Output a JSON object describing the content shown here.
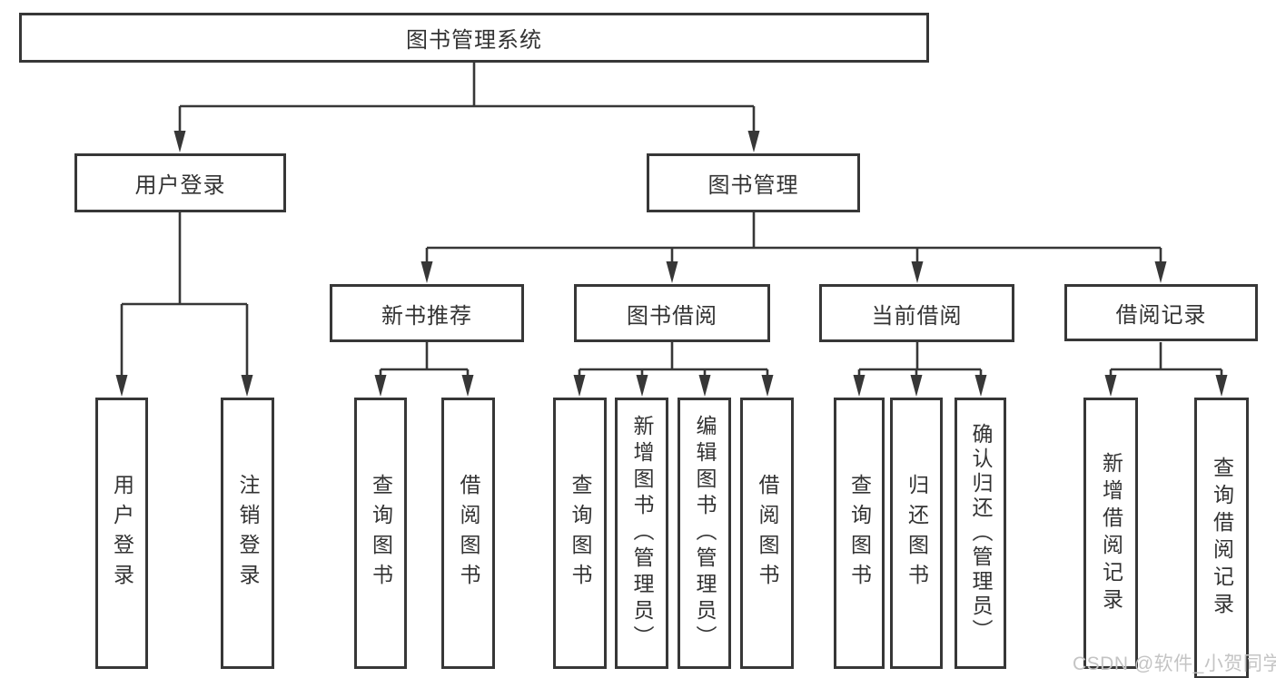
{
  "colors": {
    "background": "#ffffff",
    "line": "#373737",
    "box_border": "#373737",
    "text": "#333333",
    "watermark": "#c4c4c4"
  },
  "nodes": {
    "root": {
      "label": "图书管理系统"
    },
    "user_login": {
      "label": "用户登录"
    },
    "book_management": {
      "label": "图书管理"
    },
    "new_book_recommend": {
      "label": "新书推荐"
    },
    "book_borrow": {
      "label": "图书借阅"
    },
    "current_borrow": {
      "label": "当前借阅"
    },
    "borrow_records": {
      "label": "借阅记录"
    },
    "leaf_user_login": {
      "label": "用户登录"
    },
    "leaf_logout": {
      "label": "注销登录"
    },
    "leaf_rec_query_book": {
      "label": "查询图书"
    },
    "leaf_rec_borrow_book": {
      "label": "借阅图书"
    },
    "leaf_bb_query_book": {
      "label": "查询图书"
    },
    "leaf_bb_add_book": {
      "label": "新增图书（管理员）"
    },
    "leaf_bb_edit_book": {
      "label": "编辑图书（管理员）"
    },
    "leaf_bb_borrow_book": {
      "label": "借阅图书"
    },
    "leaf_cb_query_book": {
      "label": "查询图书"
    },
    "leaf_cb_return_book": {
      "label": "归还图书"
    },
    "leaf_cb_confirm_return": {
      "label": "确认归还（管理员）"
    },
    "leaf_br_add_record": {
      "label": "新增借阅记录"
    },
    "leaf_br_query_record": {
      "label": "查询借阅记录"
    }
  },
  "watermark": {
    "text": "CSDN @软件_小贺同学"
  }
}
